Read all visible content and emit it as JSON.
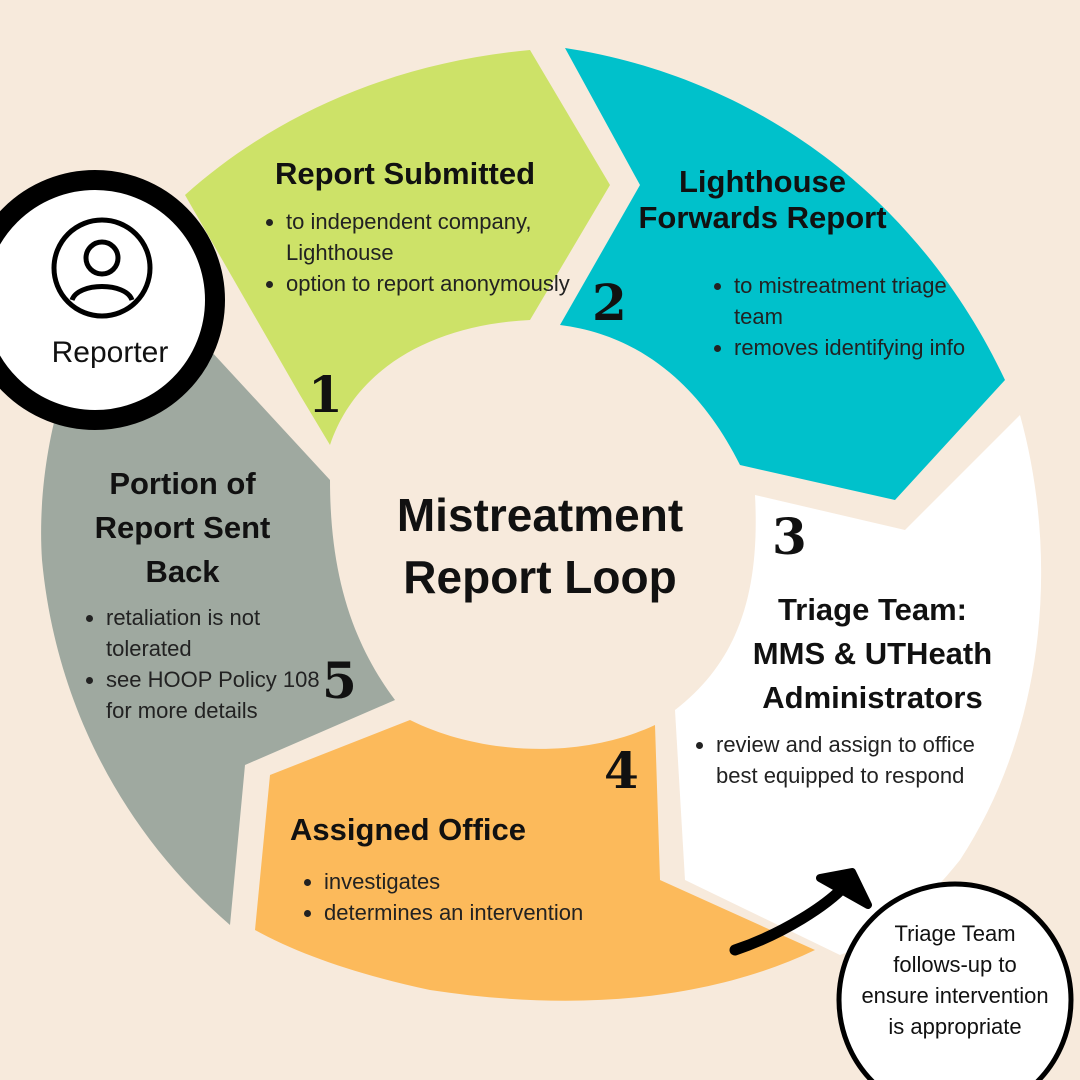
{
  "center": {
    "title_line1": "Mistreatment",
    "title_line2": "Report Loop"
  },
  "reporter": {
    "label": "Reporter",
    "icon": "person-icon"
  },
  "steps": [
    {
      "number": "1",
      "title_line1": "Report Submitted",
      "title_line2": "",
      "title_line3": "",
      "color": "#cde268",
      "bullets": [
        "to independent company, Lighthouse",
        "option to report anonymously"
      ]
    },
    {
      "number": "2",
      "title_line1": "Lighthouse",
      "title_line2": "Forwards Report",
      "title_line3": "",
      "color": "#00c1cb",
      "bullets": [
        "to mistreatment triage team",
        "removes identifying info"
      ]
    },
    {
      "number": "3",
      "title_line1": "Triage Team:",
      "title_line2": "MMS & UTHeath",
      "title_line3": "Administrators",
      "color": "#ffffff",
      "bullets": [
        "review and assign to office best equipped to respond"
      ]
    },
    {
      "number": "4",
      "title_line1": "Assigned Office",
      "title_line2": "",
      "title_line3": "",
      "color": "#fcba5b",
      "bullets": [
        "investigates",
        "determines an intervention"
      ]
    },
    {
      "number": "5",
      "title_line1": "Portion of",
      "title_line2": "Report Sent",
      "title_line3": "Back",
      "color": "#9fa9a0",
      "bullets": [
        "retaliation is not tolerated",
        "see HOOP Policy 108 for more details"
      ]
    }
  ],
  "followup": {
    "text": "Triage Team follows-up to ensure intervention is appropriate",
    "icon": "curved-arrow-icon"
  },
  "colors": {
    "background": "#f7eadc",
    "outline": "#000000"
  }
}
